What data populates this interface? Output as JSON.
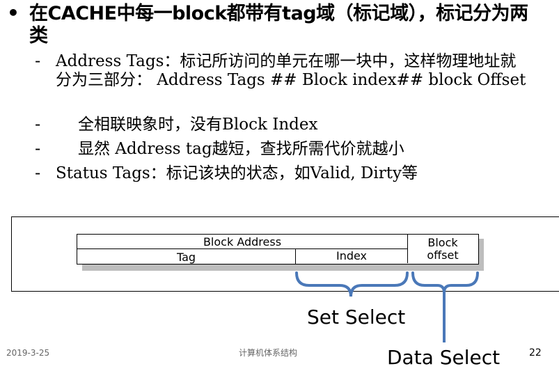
{
  "slide": {
    "main_bullet": "在CACHE中每一block都带有tag域（标记域），标记分为两类",
    "sub_bullets": [
      "Address Tags：标记所访问的单元在哪一块中，这样物理地址就分为三部分： Address Tags ## Block index## block Offset",
      "全相联映象时，没有Block Index",
      "显然 Address tag越短，查找所需代价就越小",
      "Status Tags：标记该块的状态，如Valid, Dirty等"
    ],
    "dash": "-"
  },
  "diagram": {
    "block_address": "Block Address",
    "tag": "Tag",
    "index": "Index",
    "block_offset_line1": "Block",
    "block_offset_line2": "offset",
    "set_select": "Set Select",
    "data_select": "Data Select",
    "bracket_color": "#4a78b8"
  },
  "footer": {
    "date": "2019-3-25",
    "course": "计算机体系结构",
    "page": "22"
  }
}
